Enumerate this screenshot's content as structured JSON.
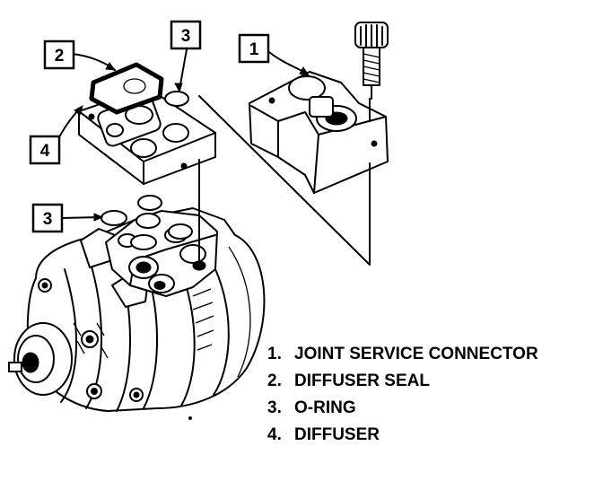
{
  "callouts": {
    "c1": "1",
    "c2": "2",
    "c3_top": "3",
    "c3_left": "3",
    "c4": "4"
  },
  "legend": [
    {
      "num": "1.",
      "label": "JOINT SERVICE CONNECTOR"
    },
    {
      "num": "2.",
      "label": "DIFFUSER SEAL"
    },
    {
      "num": "3.",
      "label": "O-RING"
    },
    {
      "num": "4.",
      "label": "DIFFUSER"
    }
  ]
}
